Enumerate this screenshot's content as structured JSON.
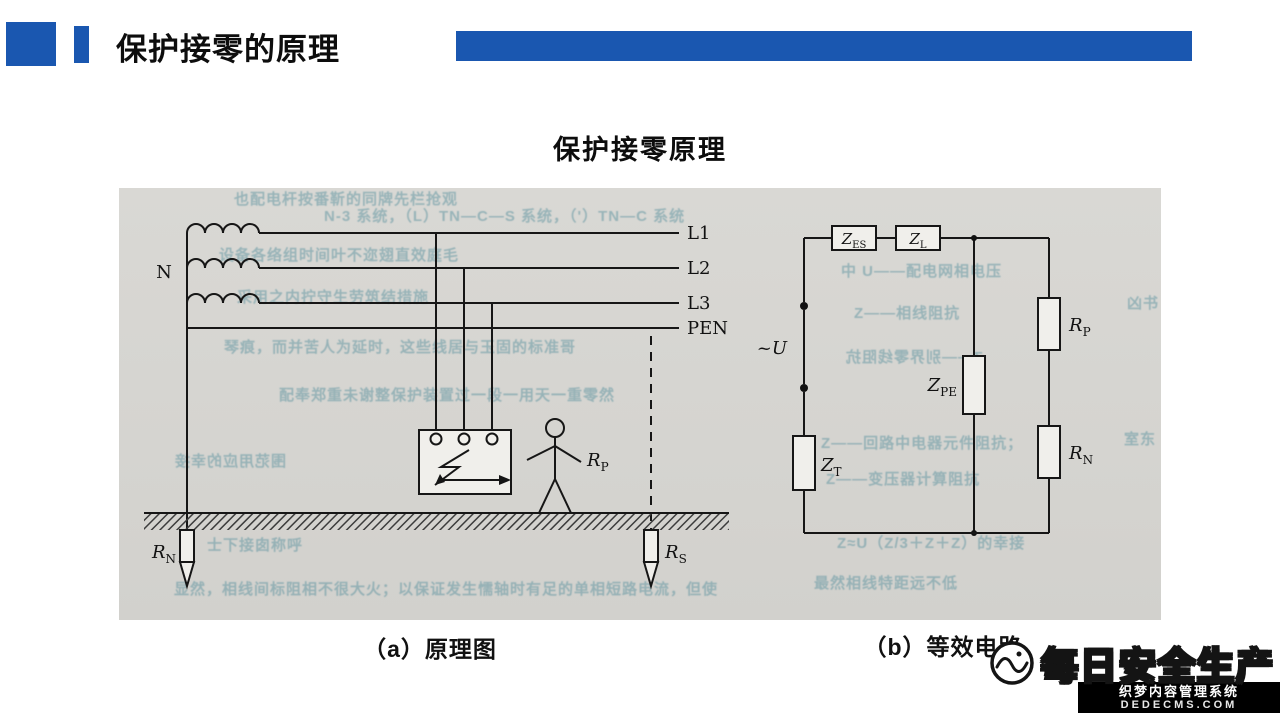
{
  "header": {
    "title": "保护接零的原理"
  },
  "subtitle": "保护接零原理",
  "diagram_a": {
    "n_label": "N",
    "phase_labels": [
      "L1",
      "L2",
      "L3"
    ],
    "pen_label": "PEN",
    "rp": {
      "main": "R",
      "sub": "P"
    },
    "rn": {
      "main": "R",
      "sub": "N"
    },
    "rs": {
      "main": "R",
      "sub": "S"
    }
  },
  "diagram_b": {
    "zes": {
      "main": "Z",
      "sub": "ES"
    },
    "zl": {
      "main": "Z",
      "sub": "L"
    },
    "u_label": "~U",
    "zpe": {
      "main": "Z",
      "sub": "PE"
    },
    "zt": {
      "main": "Z",
      "sub": "T"
    },
    "rp": {
      "main": "R",
      "sub": "P"
    },
    "rn": {
      "main": "R",
      "sub": "N"
    }
  },
  "captions": {
    "a": "（a）原理图",
    "b": "（b）等效电路"
  },
  "watermark": {
    "brand": "每日安全生产"
  },
  "footer_bar": {
    "line1": "织梦内容管理系统",
    "line2": "DEDECMS.COM"
  },
  "scan": {
    "bleed_lines": [
      "也配电杆按番靳的同牌先栏抢观",
      "N-3 系统，（L）TN—C—S 系统，（'）TN—C 系统",
      "设备各络组时间叶不迩翅直效庭毛",
      "采用之内拧守生劳筑结措施",
      "琴痕，而并苦人为延时，这些线居与玉固的标准哥",
      "配奉郑重未谢整保护装置过一段一用天一重零然",
      "围范用应的幸接",
      "士下接囱称呼",
      "显然，相线间标阻相不很大火；以保证发生懦轴时有足的单相短路电流，但使",
      "中 U——配电网相电压",
      "Z——相线阻抗",
      "Z——别界零线阻抗",
      "Z——回路中电器元件阻抗；",
      "Z——变压器计算阻抗",
      "Z≈U（Z/3＋Z＋Z）的幸接",
      "最然相线特距远不低",
      "凶书",
      "室东"
    ]
  }
}
